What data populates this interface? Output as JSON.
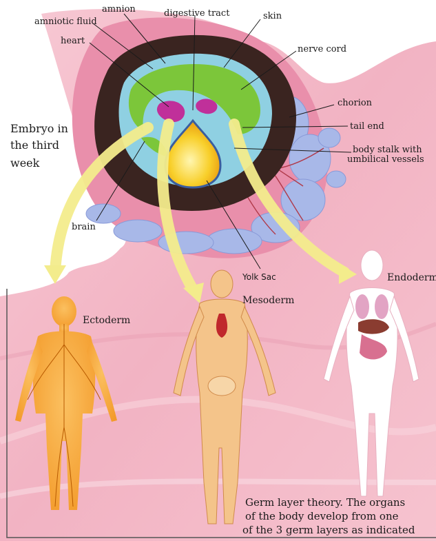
{
  "labels": {
    "amnion": "amnion",
    "amniotic_fluid": "amniotic fluid",
    "digestive_tract": "digestive tract",
    "skin": "skin",
    "heart": "heart",
    "nerve_cord": "nerve cord",
    "chorion": "chorion",
    "embryo": [
      "Embryo in",
      "the third",
      "week"
    ],
    "tail_end": "tail end",
    "body_stalk": [
      "body stalk with",
      "umbilical vessels"
    ],
    "brain": "brain",
    "yolk_sac": "Yolk Sac",
    "ectoderm": "Ectoderm",
    "mesoderm": "Mesoderm",
    "endoderm": "Endoderm"
  },
  "caption": [
    "Germ layer theory.  The organs",
    "of the body develop from one",
    "of the 3 germ layers as indicated"
  ],
  "colors": {
    "tissue_pink": "#f3b7c6",
    "chorion_pink": "#e98fab",
    "villi_blue": "#a8b8e8",
    "dark_layer": "#3a2420",
    "green_layer": "#7cc63a",
    "light_blue": "#9fd8e8",
    "yolk_yellow": "#f5c21c",
    "arrow_yellow": "#f3ec8c",
    "ectoderm_orange": "#f6a640",
    "mesoderm_tan": "#f4c48a",
    "endoderm_white": "#ffffff"
  }
}
